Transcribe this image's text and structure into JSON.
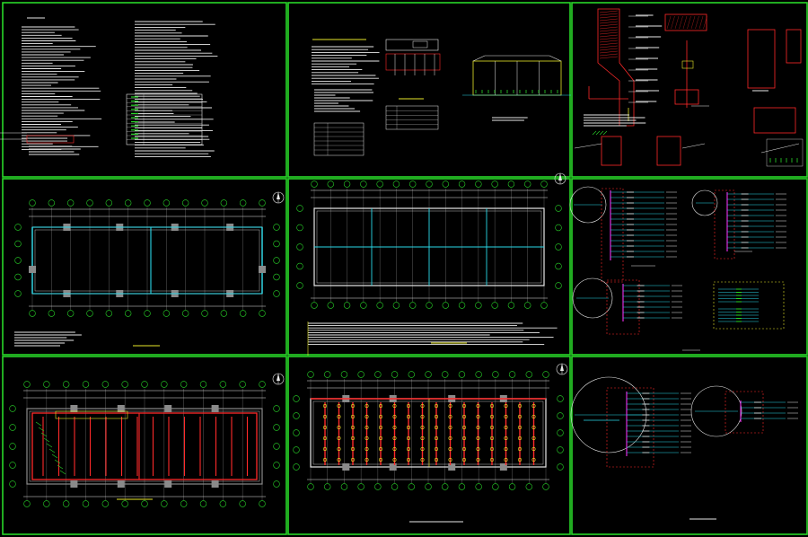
{
  "viewer": {
    "background": "#000000",
    "frame_color": "#29d629"
  },
  "sheets": [
    {
      "id": "design-notes-sheet",
      "kind": "notes"
    },
    {
      "id": "system-schematic-sheet",
      "kind": "schematic"
    },
    {
      "id": "installation-details-sheet",
      "kind": "details"
    },
    {
      "id": "floor-plan-lighting-sheet",
      "kind": "plan-lighting"
    },
    {
      "id": "floor-plan-power-sheet",
      "kind": "plan-power"
    },
    {
      "id": "distribution-box-diagram-sheet-1",
      "kind": "panels"
    },
    {
      "id": "floor-plan-grounding-sheet",
      "kind": "plan-grounding"
    },
    {
      "id": "floor-plan-lightning-sheet",
      "kind": "plan-lightning"
    },
    {
      "id": "distribution-box-diagram-sheet-2",
      "kind": "panels2"
    }
  ],
  "colors": {
    "white": "#e8e8e8",
    "green": "#29d629",
    "cyan": "#2ad8e8",
    "red": "#ff2a2a",
    "yellow": "#e8e82a",
    "magenta": "#e02ae0",
    "gray": "#8a8a8a"
  },
  "icons": {
    "north_arrow": "north-arrow-icon",
    "grid_bubble": "grid-bubble-icon",
    "column": "column-icon"
  }
}
